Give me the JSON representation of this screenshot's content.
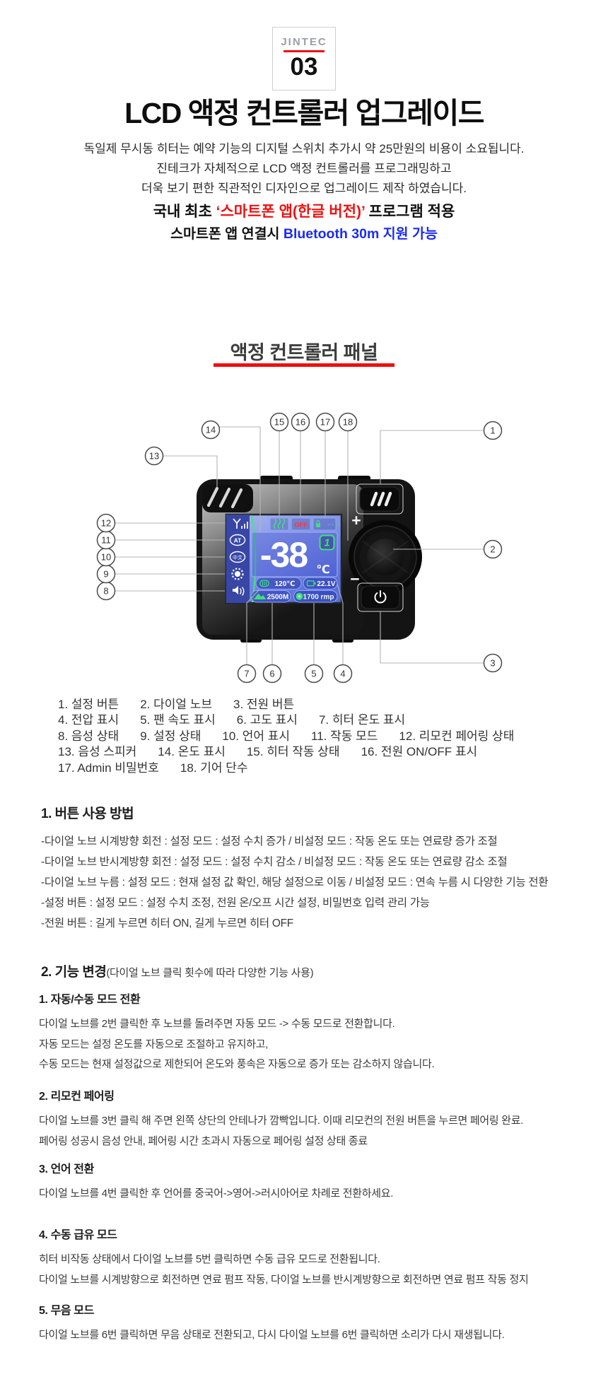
{
  "badge": {
    "brand": "JINTEC",
    "number": "03"
  },
  "title": "LCD 액정 컨트롤러 업그레이드",
  "intro": {
    "lines": [
      "독일제 무시동 히터는 예약 기능의 디지털 스위치 추가시 약 25만원의 비용이 소요됩니다.",
      "진테크가 자체적으로 LCD 액정 컨트롤러를 프로그래밍하고",
      "더욱 보기 편한 직관적인 디자인으로 업그레이드 제작 하였습니다."
    ]
  },
  "highlight": {
    "line1_pre": "국내 최초 ",
    "line1_red": "‘스마트폰 앱(한글 버전)’",
    "line1_post": " 프로그램 적용",
    "line2_pre": "스마트폰 앱 연결시 ",
    "line2_blue": "Bluetooth 30m 지원 가능"
  },
  "colors": {
    "accent_red": "#ee1111",
    "accent_blue": "#1b2bf2",
    "screen_green": "#3fe07d"
  },
  "panel": {
    "heading": "액정 컨트롤러 패널",
    "callouts": [
      "1",
      "2",
      "3",
      "4",
      "5",
      "6",
      "7",
      "8",
      "9",
      "10",
      "11",
      "12",
      "13",
      "14",
      "15",
      "16",
      "17",
      "18"
    ],
    "screen": {
      "temp": "-38",
      "temp_unit": "℃",
      "gear_level": "1",
      "status_off": "OFF",
      "lock_dots": "····",
      "mode": "AT",
      "language": "中文",
      "heater_temp": "120℃",
      "voltage": "22.1V",
      "altitude": "2500M",
      "fan_speed": "1700 rmp",
      "plus": "+",
      "minus": "−"
    }
  },
  "legend": {
    "rows": [
      [
        "1. 설정 버튼",
        "2. 다이얼 노브",
        "3. 전원 버튼"
      ],
      [
        "4. 전압 표시",
        "5. 팬 속도 표시",
        "6. 고도 표시",
        "7. 히터 온도 표시"
      ],
      [
        "8. 음성 상태",
        "9. 설정 상태",
        "10. 언어 표시",
        "11. 작동 모드",
        "12. 리모컨 페어링 상태"
      ],
      [
        "13. 음성 스피커",
        "14. 온도 표시",
        "15. 히터 작동 상태",
        "16. 전원 ON/OFF 표시"
      ],
      [
        "17. Admin 비밀번호",
        "18. 기어 단수"
      ]
    ]
  },
  "usage": {
    "title": "1. 버튼 사용 방법",
    "lines": [
      "-다이얼 노브 시계방향 회전 : 설정 모드 : 설정 수치 증가 / 비설정 모드 : 작동 온도 또는 연료량 증가 조절",
      "-다이얼 노브 반시계방향 회전 : 설정 모드 : 설정 수치 감소 / 비설정 모드 : 작동 온도 또는 연료량 감소 조절",
      "-다이얼 노브 누름 : 설정 모드 : 현재 설정 값 확인, 해당 설정으로 이동 / 비설정 모드 : 연속 누름 시 다양한 기능 전환",
      "-설정 버튼 : 설정 모드 : 설정 수치 조정, 전원 온/오프 시간 설정, 비밀번호 입력 관리 가능",
      "-전원 버튼 : 길게 누르면 히터 ON, 길게 누르면 히터 OFF"
    ]
  },
  "func": {
    "title": "2. 기능 변경",
    "note": "(다이얼 노브 클릭 횟수에 따라 다양한 기능 사용)"
  },
  "subs": [
    {
      "title": "1. 자동/수동 모드 전환",
      "lines": [
        "다이얼 노브를 2번 클릭한 후 노브를 돌려주면 자동 모드 -> 수동 모드로 전환합니다.",
        "자동 모드는 설정 온도를 자동으로 조절하고 유지하고,",
        "수동 모드는 현재 설정값으로 제한되어 온도와 풍속은 자동으로 증가 또는 감소하지 않습니다."
      ]
    },
    {
      "title": "2. 리모컨 페어링",
      "lines": [
        "다이얼 노브를 3번 클릭 해 주면 왼쪽 상단의 안테나가 깜빡입니다. 이때 리모컨의 전원 버튼을 누르면 페어링 완료.",
        "페어링 성공시 음성 안내, 페어링 시간 초과시 자동으로 페어링 설정 상태 종료"
      ]
    },
    {
      "title": "3. 언어 전환",
      "lines": [
        "다이얼 노브를 4번 클릭한 후 언어를 중국어->영어->러시아어로 차례로 전환하세요."
      ]
    },
    {
      "title": "4. 수동 급유 모드",
      "lines": [
        "히터 비작동 상태에서 다이얼 노브를 5번 클릭하면 수동 급유 모드로 전환됩니다.",
        "다이얼 노브를 시계방향으로 회전하면 연료 펌프 작동, 다이얼 노브를 반시계방향으로 회전하면 연료 펌프 작동 정지"
      ]
    },
    {
      "title": "5. 무음 모드",
      "lines": [
        "다이얼 노브를 6번 클릭하면 무음 상태로 전환되고, 다시 다이얼 노브를 6번 클릭하면 소리가 다시 재생됩니다."
      ]
    }
  ]
}
